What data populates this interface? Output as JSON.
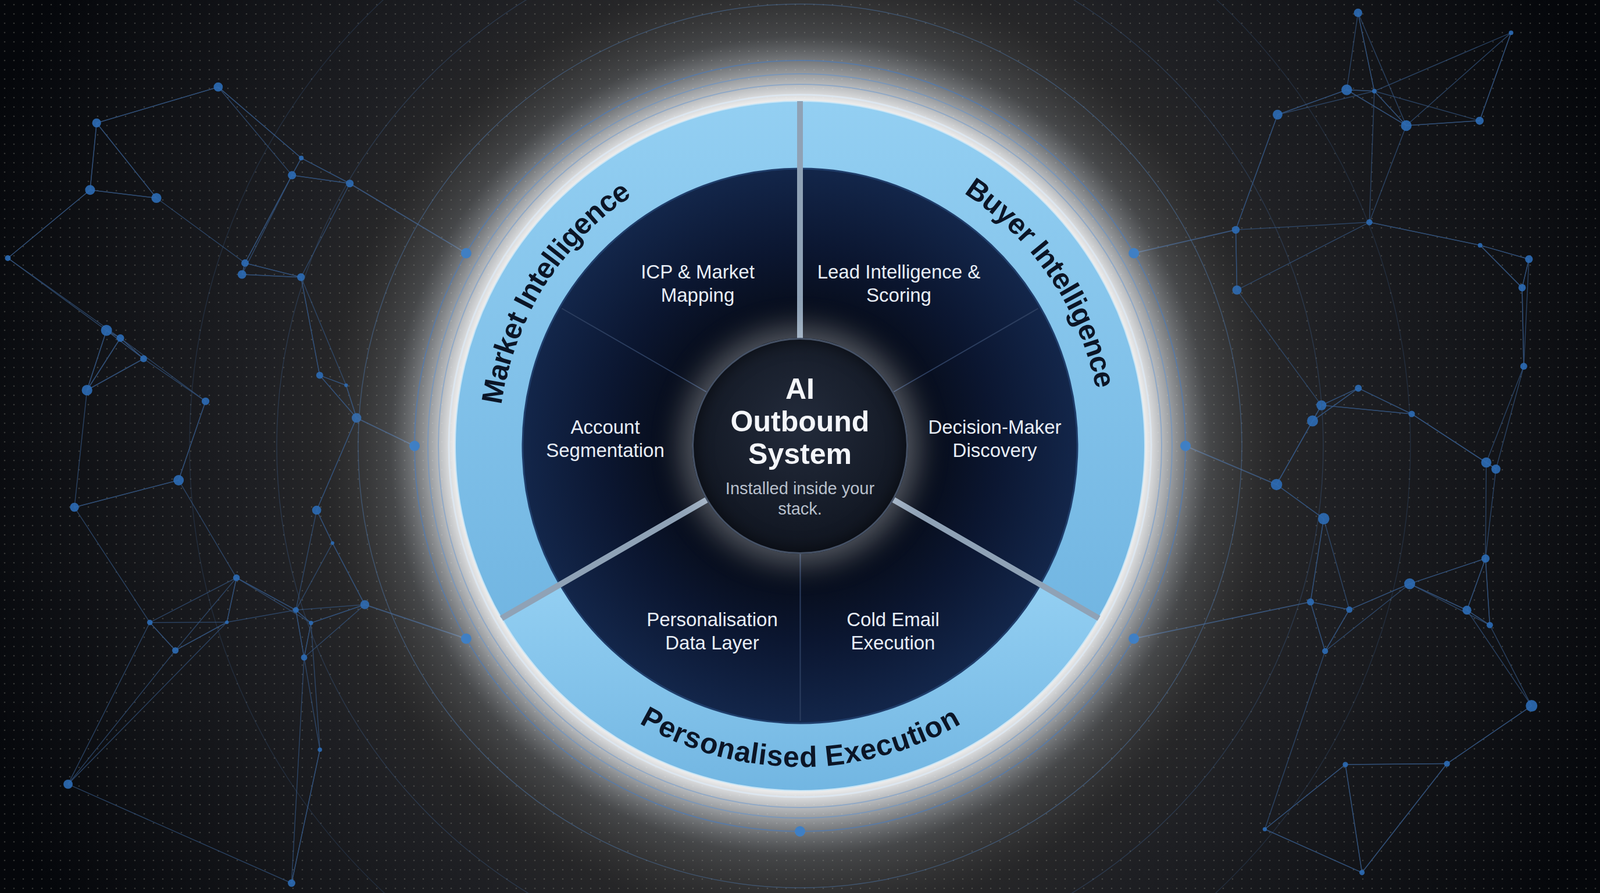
{
  "diagram": {
    "nodes": [
      {
        "text": [
          "Market Intelligence"
        ]
      },
      {
        "text": [
          "ICP & Market Mapping"
        ],
        "in": 0
      },
      {
        "text": [
          "Account Segmentation"
        ],
        "in": 0
      },
      {
        "text": [
          "Buyer Intelligence"
        ]
      },
      {
        "text": [
          "Lead Intelligence & Scoring"
        ],
        "in": 3
      },
      {
        "text": [
          "Decision-Maker Discovery"
        ],
        "in": 3
      },
      {
        "text": [
          "Personalised Execution"
        ]
      },
      {
        "text": [
          "Personalisation Data Layer"
        ],
        "in": 6
      },
      {
        "text": [
          "Cold Email Execution"
        ],
        "in": 6
      },
      {
        "text": [
          "AI Outbound System",
          "Installed inside your stack."
        ]
      }
    ]
  }
}
